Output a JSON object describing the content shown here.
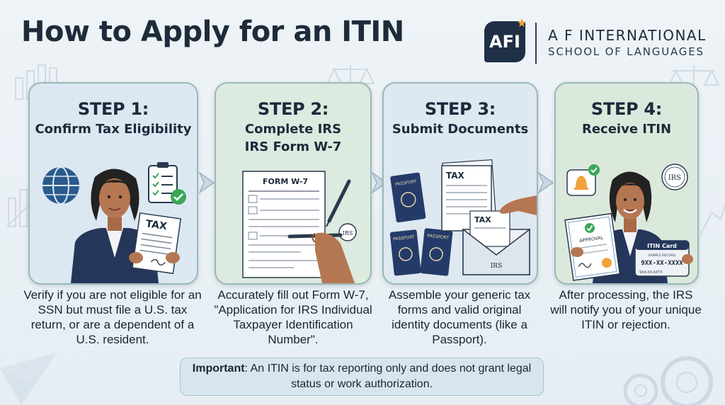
{
  "title": "How to Apply for an ITIN",
  "logo": {
    "mark": "AFI",
    "line1": "A F INTERNATIONAL",
    "line2": "SCHOOL OF LANGUAGES"
  },
  "steps": [
    {
      "title": "STEP 1:",
      "subtitle_lines": [
        "Confirm Tax Eligibility"
      ],
      "doc_label": "TAX",
      "description": "Verify if you are not eligible for an SSN but must file a U.S. tax return, or are a dependent of a U.S. resident."
    },
    {
      "title": "STEP 2:",
      "subtitle_lines": [
        "Complete IRS",
        "IRS Form W-7"
      ],
      "doc_label": "FORM W-7",
      "seal_label": "IRS",
      "description": "Accurately fill out Form W-7, \"Application for IRS Individual Taxpayer Identification Number\"."
    },
    {
      "title": "STEP 3:",
      "subtitle_lines": [
        "Submit Documents"
      ],
      "doc_label": "TAX",
      "doc_label_2": "TAX",
      "passport_label": "PASSPORT",
      "envelope_label": "IRS",
      "description": "Assemble your generic tax forms and valid original identity documents (like a Passport)."
    },
    {
      "title": "STEP 4:",
      "subtitle_lines": [
        "Receive ITIN"
      ],
      "seal_label": "IRS",
      "approval_label": "APPROVAL",
      "card_title": "ITIN Card",
      "card_small": "SAMPLE RECORD",
      "card_number": "9XX-XX-XXXX",
      "card_line": "9XX-XX-XXTX",
      "description": "After processing, the IRS will notify you of your unique ITIN or rejection."
    }
  ],
  "note": {
    "bold": "Important",
    "text": ": An ITIN is for tax reporting only and does not grant legal status or work authorization."
  },
  "colors": {
    "navy": "#1e2f46",
    "card_blue": "#dbe8f2",
    "card_green": "#dceadf",
    "check_green": "#3aa757",
    "accent_orange": "#f2a23a"
  }
}
